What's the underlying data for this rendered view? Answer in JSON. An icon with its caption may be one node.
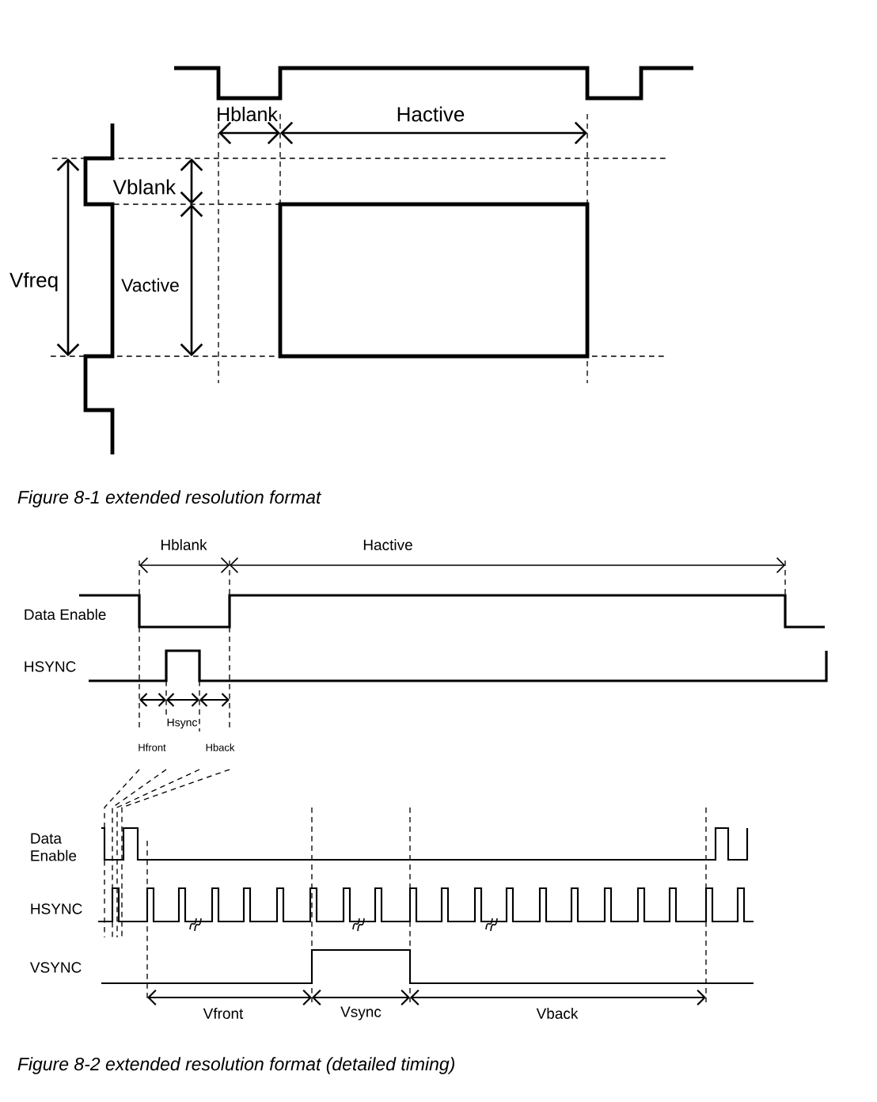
{
  "diagram": {
    "nodes": [
      {
        "text": [],
        "shape": "box"
      }
    ],
    "labels": [
      "Hblank",
      "Hactive",
      "Vblank",
      "Vfreq",
      "Vactive",
      "Figure 8-1 extended resolution format",
      "Hblank",
      "Hactive",
      "Data Enable",
      "HSYNC",
      "Hsync",
      "Hfront",
      "Hback",
      "Data Enable",
      "HSYNC",
      "VSYNC",
      "Vfront",
      "Vsync",
      "Vback",
      "Figure 8-2 extended resolution format (detailed timing)"
    ]
  }
}
